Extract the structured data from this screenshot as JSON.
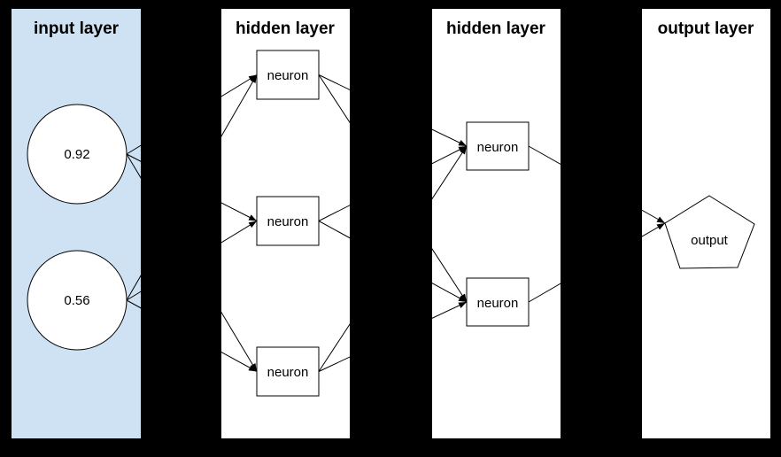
{
  "diagram": {
    "background_color": "#000000",
    "stroke_color": "#000000",
    "layers": [
      {
        "title": "input layer",
        "panel_color": "#cfe2f3",
        "nodes": [
          {
            "shape": "circle",
            "label": "0.92"
          },
          {
            "shape": "circle",
            "label": "0.56"
          }
        ]
      },
      {
        "title": "hidden layer",
        "panel_color": "#ffffff",
        "nodes": [
          {
            "shape": "rect",
            "label": "neuron"
          },
          {
            "shape": "rect",
            "label": "neuron"
          },
          {
            "shape": "rect",
            "label": "neuron"
          }
        ]
      },
      {
        "title": "hidden layer",
        "panel_color": "#ffffff",
        "nodes": [
          {
            "shape": "rect",
            "label": "neuron"
          },
          {
            "shape": "rect",
            "label": "neuron"
          }
        ]
      },
      {
        "title": "output layer",
        "panel_color": "#ffffff",
        "nodes": [
          {
            "shape": "pentagon",
            "label": "output"
          }
        ]
      }
    ],
    "connections": [
      {
        "from": "input.0",
        "to": "hidden1.0"
      },
      {
        "from": "input.0",
        "to": "hidden1.1"
      },
      {
        "from": "input.0",
        "to": "hidden1.2"
      },
      {
        "from": "input.1",
        "to": "hidden1.0"
      },
      {
        "from": "input.1",
        "to": "hidden1.1"
      },
      {
        "from": "input.1",
        "to": "hidden1.2"
      },
      {
        "from": "hidden1.0",
        "to": "hidden2.0"
      },
      {
        "from": "hidden1.0",
        "to": "hidden2.1"
      },
      {
        "from": "hidden1.1",
        "to": "hidden2.0"
      },
      {
        "from": "hidden1.1",
        "to": "hidden2.1"
      },
      {
        "from": "hidden1.2",
        "to": "hidden2.0"
      },
      {
        "from": "hidden1.2",
        "to": "hidden2.1"
      },
      {
        "from": "hidden2.0",
        "to": "output.0"
      },
      {
        "from": "hidden2.1",
        "to": "output.0"
      }
    ]
  }
}
